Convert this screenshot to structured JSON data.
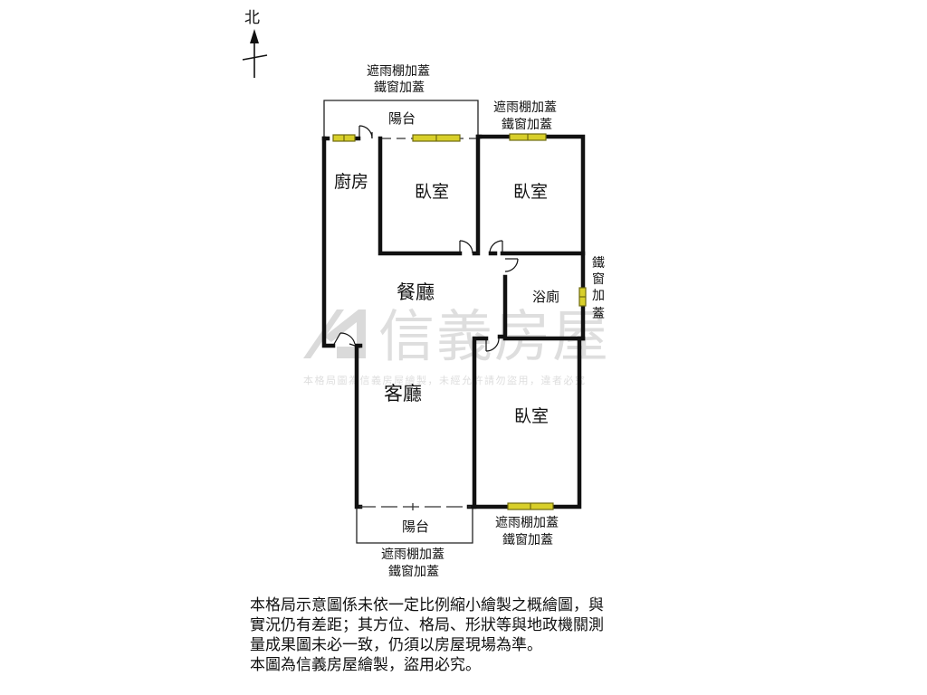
{
  "compass": {
    "north": "北"
  },
  "rooms": {
    "kitchen": "廚房",
    "bedroom_a": "臥室",
    "bedroom_b": "臥室",
    "bedroom_c": "臥室",
    "dining": "餐廳",
    "bathroom": "浴廁",
    "living": "客廳",
    "balcony_top": "陽台",
    "balcony_bottom": "陽台"
  },
  "annotations": {
    "top_left_1": "遮雨棚加蓋",
    "top_left_2": "鐵窗加蓋",
    "top_right_1": "遮雨棚加蓋",
    "top_right_2": "鐵窗加蓋",
    "side_right": [
      "鐵",
      "窗",
      "加",
      "蓋"
    ],
    "bottom_right_1": "遮雨棚加蓋",
    "bottom_right_2": "鐵窗加蓋",
    "bottom_mid_1": "遮雨棚加蓋",
    "bottom_mid_2": "鐵窗加蓋"
  },
  "watermark": {
    "brand": "信義房屋",
    "notice": "本格局圖為信義房屋繪製，未經允許請勿盜用，違者必究"
  },
  "disclaimer": [
    "本格局示意圖係未依一定比例縮小繪製之概繪圖，與",
    "實況仍有差距；其方位、格局、形狀等與地政機關測",
    "量成果圖未必一致，仍須以房屋現場為準。",
    "本圖為信義房屋繪製，盜用必究。"
  ],
  "colors": {
    "wall": "#111111",
    "window_fill": "#d8cf2a",
    "window_edge": "#6f6a10",
    "watermark": "#cfcfcf"
  }
}
